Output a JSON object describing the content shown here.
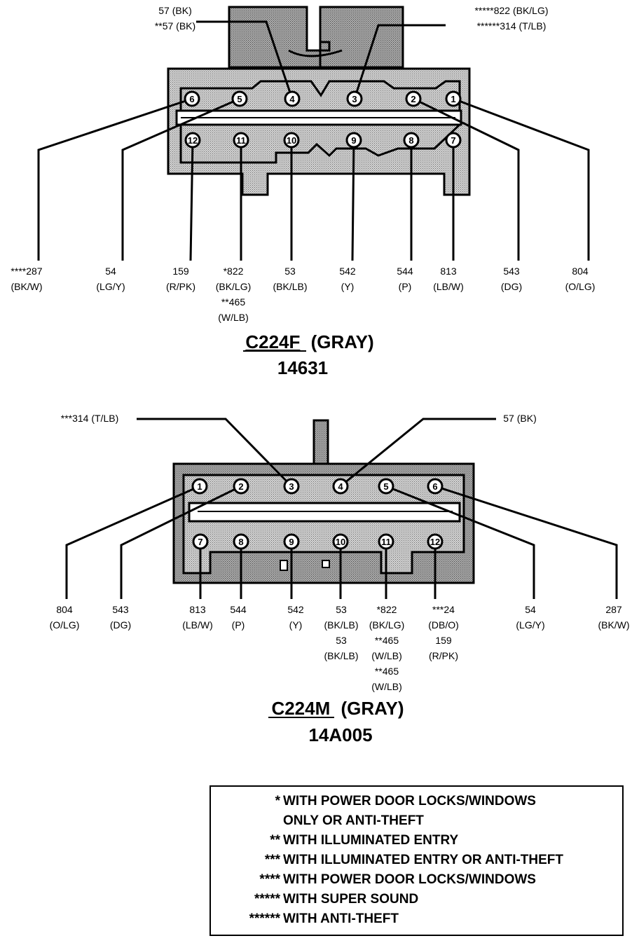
{
  "connectors": [
    {
      "id": "C224F",
      "title_id": "C224F",
      "title_color": "(GRAY)",
      "part_number": "14631",
      "top_callouts": [
        {
          "lines": [
            "57 (BK)",
            "**57 (BK)"
          ],
          "pin": "4"
        },
        {
          "lines": [
            "*****822 (BK/LG)",
            "******314 (T/LB)"
          ],
          "pin": "3"
        }
      ],
      "pins": [
        {
          "num": "6",
          "lines": [
            "****287",
            "(BK/W)"
          ]
        },
        {
          "num": "5",
          "lines": [
            "54",
            "(LG/Y)"
          ]
        },
        {
          "num": "12",
          "lines": [
            "159",
            "(R/PK)"
          ]
        },
        {
          "num": "11",
          "lines": [
            "*822",
            "(BK/LG)",
            "**465",
            "(W/LB)"
          ]
        },
        {
          "num": "10",
          "lines": [
            "53",
            "(BK/LB)"
          ]
        },
        {
          "num": "9",
          "lines": [
            "542",
            "(Y)"
          ]
        },
        {
          "num": "8",
          "lines": [
            "544",
            "(P)"
          ]
        },
        {
          "num": "7",
          "lines": [
            "813",
            "(LB/W)"
          ]
        },
        {
          "num": "2",
          "lines": [
            "543",
            "(DG)"
          ]
        },
        {
          "num": "1",
          "lines": [
            "804",
            "(O/LG)"
          ]
        }
      ],
      "unlabeled_pins": [
        "4",
        "3"
      ]
    },
    {
      "id": "C224M",
      "title_id": "C224M",
      "title_color": "(GRAY)",
      "part_number": "14A005",
      "top_callouts": [
        {
          "lines": [
            "***314 (T/LB)"
          ],
          "pin": "3"
        },
        {
          "lines": [
            "57 (BK)"
          ],
          "pin": "4"
        }
      ],
      "pins": [
        {
          "num": "1",
          "lines": [
            "804",
            "(O/LG)"
          ]
        },
        {
          "num": "2",
          "lines": [
            "543",
            "(DG)"
          ]
        },
        {
          "num": "7",
          "lines": [
            "813",
            "(LB/W)"
          ]
        },
        {
          "num": "8",
          "lines": [
            "544",
            "(P)"
          ]
        },
        {
          "num": "9",
          "lines": [
            "542",
            "(Y)"
          ]
        },
        {
          "num": "10",
          "lines": [
            "53",
            "(BK/LB)",
            "53",
            "(BK/LB)"
          ]
        },
        {
          "num": "11",
          "lines": [
            "*822",
            "(BK/LG)",
            "**465",
            "(W/LB)",
            "**465",
            "(W/LB)"
          ]
        },
        {
          "num": "12",
          "lines": [
            "***24",
            "(DB/O)",
            "159",
            "(R/PK)"
          ]
        },
        {
          "num": "5",
          "lines": [
            "54",
            "(LG/Y)"
          ]
        },
        {
          "num": "6",
          "lines": [
            "287",
            "(BK/W)"
          ]
        }
      ],
      "unlabeled_pins": [
        "3",
        "4"
      ]
    }
  ],
  "legend": [
    {
      "mark": "*",
      "text": "WITH POWER DOOR LOCKS/WINDOWS"
    },
    {
      "mark": "",
      "text": "ONLY OR ANTI-THEFT"
    },
    {
      "mark": "**",
      "text": "WITH ILLUMINATED ENTRY"
    },
    {
      "mark": "***",
      "text": "WITH ILLUMINATED ENTRY OR ANTI-THEFT"
    },
    {
      "mark": "****",
      "text": "WITH POWER DOOR LOCKS/WINDOWS"
    },
    {
      "mark": "*****",
      "text": "WITH SUPER SOUND"
    },
    {
      "mark": "******",
      "text": "WITH ANTI-THEFT"
    }
  ],
  "colors": {
    "line": "#000000",
    "housing": "#bdbdbd",
    "housing_dark": "#9a9a9a",
    "background": "#ffffff"
  }
}
